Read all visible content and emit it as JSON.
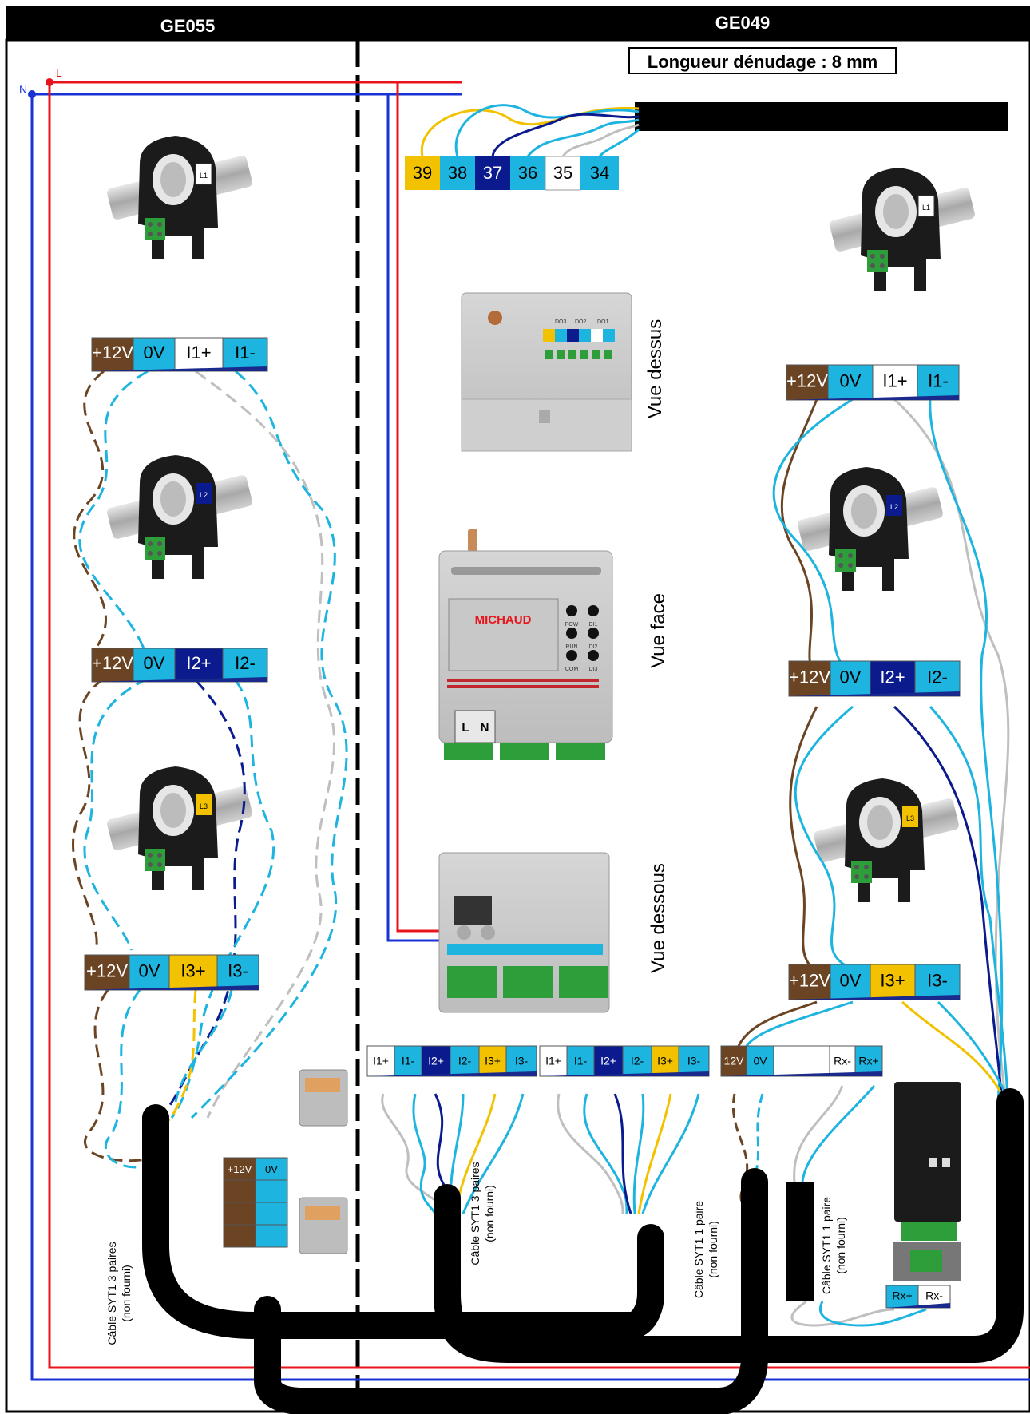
{
  "header": {
    "left_title": "GE055",
    "right_title": "GE049",
    "strip_note": "Longueur dénudage : 8 mm"
  },
  "supply": {
    "l_label": "L",
    "n_label": "N"
  },
  "module_terminals": [
    "39",
    "38",
    "37",
    "36",
    "35",
    "34"
  ],
  "sensor_tags": {
    "l1": "L1",
    "l2": "L2",
    "l3": "L3"
  },
  "terminal_blocks": {
    "phase1": [
      "+12V",
      "0V",
      "I1+",
      "I1-"
    ],
    "phase2": [
      "+12V",
      "0V",
      "I2+",
      "I2-"
    ],
    "phase3": [
      "+12V",
      "0V",
      "I3+",
      "I3-"
    ],
    "inputs": [
      "I1+",
      "I1-",
      "I2+",
      "I2-",
      "I3+",
      "I3-"
    ],
    "bus": [
      "12V",
      "0V",
      "",
      "Rx-",
      "Rx+"
    ],
    "splice": [
      "+12V",
      "0V"
    ],
    "rx_small": [
      "Rx+",
      "Rx-"
    ]
  },
  "views": {
    "top": "Vue dessus",
    "front": "Vue face",
    "bottom": "Vue dessous"
  },
  "device": {
    "brand": "MICHAUD",
    "leds": [
      "POW",
      "DI1",
      "RUN",
      "DI2",
      "COM",
      "DI3"
    ],
    "mains": [
      "L",
      "N"
    ],
    "top_groups": [
      "DO3",
      "DO2",
      "DO1"
    ]
  },
  "cables": {
    "three_pair_a": [
      "Câble SYT1 3 paires",
      "(non fourni)"
    ],
    "three_pair_b": [
      "Câble SYT1 3 paires",
      "(non fourni)"
    ],
    "one_pair_a": [
      "Câble SYT1 1 paire",
      "(non fourni)"
    ],
    "one_pair_b": [
      "Câble SYT1 1 paire",
      "(non fourni)"
    ]
  },
  "colors": {
    "brown": "#6B4423",
    "cyan": "#1DB4E0",
    "navy": "#0B1A8C",
    "yellow": "#F2C200",
    "white": "#FFFFFF",
    "grey": "#BFBFBF",
    "red": "#E8141B",
    "blue": "#1932D6",
    "black": "#000000"
  }
}
